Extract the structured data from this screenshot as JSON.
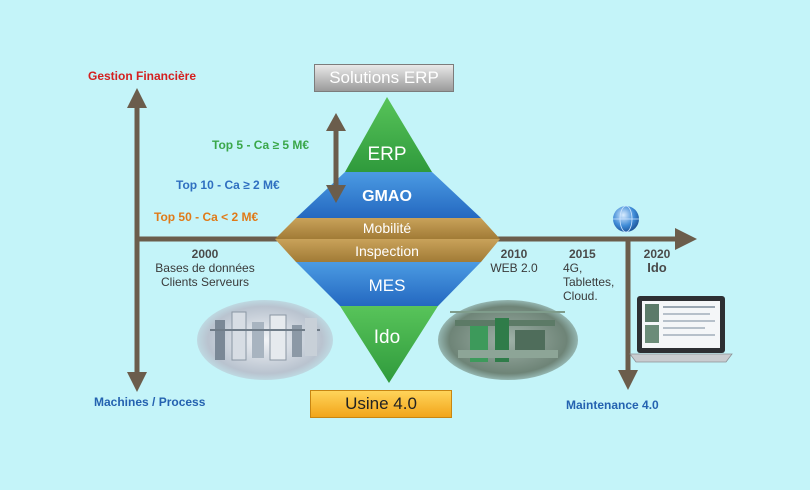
{
  "axis_labels": {
    "top_left": "Gestion Financière",
    "bottom_left": "Machines / Process",
    "bottom_right": "Maintenance 4.0"
  },
  "boxes": {
    "top": "Solutions ERP",
    "bottom": "Usine 4.0"
  },
  "pyramid_bands": [
    "ERP",
    "GMAO",
    "Mobilité",
    "Inspection",
    "MES",
    "Ido"
  ],
  "tiers": [
    {
      "label": "Top 5 - Ca  ≥ 5 M€",
      "color": "#3aa74a"
    },
    {
      "label": "Top 10 - Ca  ≥ 2 M€",
      "color": "#2f6fc0"
    },
    {
      "label": "Top 50 - Ca  < 2 M€",
      "color": "#e07a18"
    }
  ],
  "timeline": [
    {
      "year": "2000",
      "text": [
        "Bases de données",
        "Clients Serveurs"
      ]
    },
    {
      "year": "2010",
      "text": [
        "WEB 2.0"
      ]
    },
    {
      "year": "2015",
      "text": [
        "4G,",
        "Tablettes,",
        "Cloud."
      ]
    },
    {
      "year": "2020",
      "text": [
        "Ido"
      ]
    }
  ],
  "colors": {
    "green": "#3fae47",
    "blue": "#2f7fd1",
    "tan": "#b7904a",
    "axis": "#6b5d4c",
    "red_label": "#d42020",
    "blue_label": "#2462b0",
    "box_orange": "#f6b82a",
    "box_gray": "#9b9b9b"
  }
}
